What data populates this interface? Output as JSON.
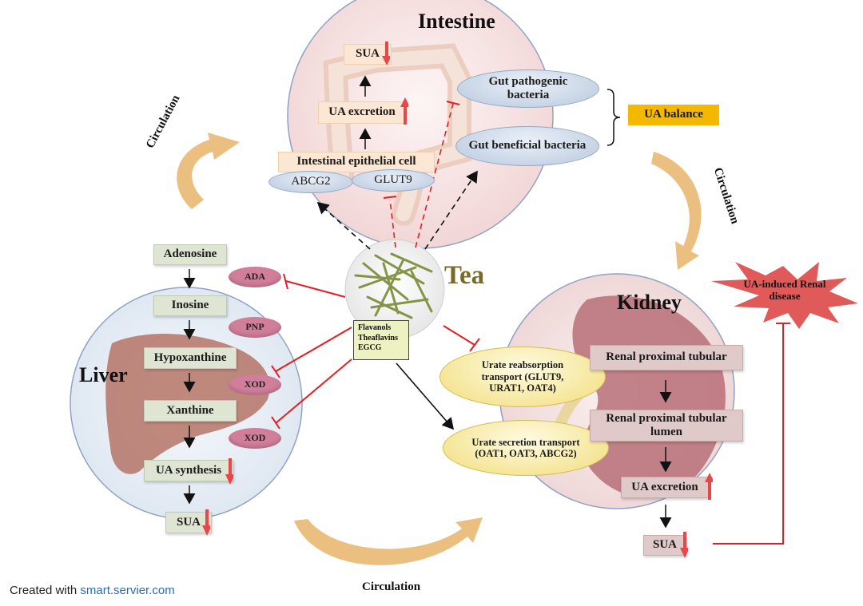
{
  "intestine": {
    "title": "Intestine",
    "sua": "SUA",
    "ua_excretion": "UA excretion",
    "epithelial": "Intestinal epithelial cell",
    "abcg2": "ABCG2",
    "glut9": "GLUT9",
    "gut_pathogenic": "Gut pathogenic bacteria",
    "gut_beneficial": "Gut beneficial bacteria",
    "ua_balance": "UA balance"
  },
  "liver": {
    "title": "Liver",
    "adenosine": "Adenosine",
    "inosine": "Inosine",
    "hypoxanthine": "Hypoxanthine",
    "xanthine": "Xanthine",
    "ua_synthesis": "UA synthesis",
    "sua": "SUA",
    "ada": "ADA",
    "pnp": "PNP",
    "xod1": "XOD",
    "xod2": "XOD"
  },
  "tea": {
    "title": "Tea",
    "compounds": [
      "Flavanols",
      "Theaflavins",
      "EGCG"
    ]
  },
  "kidney": {
    "title": "Kidney",
    "proximal_tubular": "Renal proximal tubular",
    "proximal_lumen": "Renal proximal tubular lumen",
    "ua_excretion": "UA excretion",
    "sua": "SUA",
    "reabsorption": "Urate reabsorption transport (GLUT9, URAT1, OAT4)",
    "secretion": "Urate secretion transport (OAT1, OAT3, ABCG2)",
    "renal_disease": "UA-induced Renal disease"
  },
  "circulation": {
    "top_left": "Circulation",
    "right": "Circulation",
    "bottom": "Circulation"
  },
  "credit": {
    "prefix": "Created with ",
    "url": "smart.servier.com"
  },
  "colors": {
    "inhibit_red": "#e31e24",
    "increase_arrow": "#e8474a",
    "circle_border": "#8fa2c6",
    "circulation_arrow": "#e8b46a",
    "ua_balance": "#f5b800",
    "tea_label": "#eef2c2",
    "disease_star": "#e05a5a"
  }
}
